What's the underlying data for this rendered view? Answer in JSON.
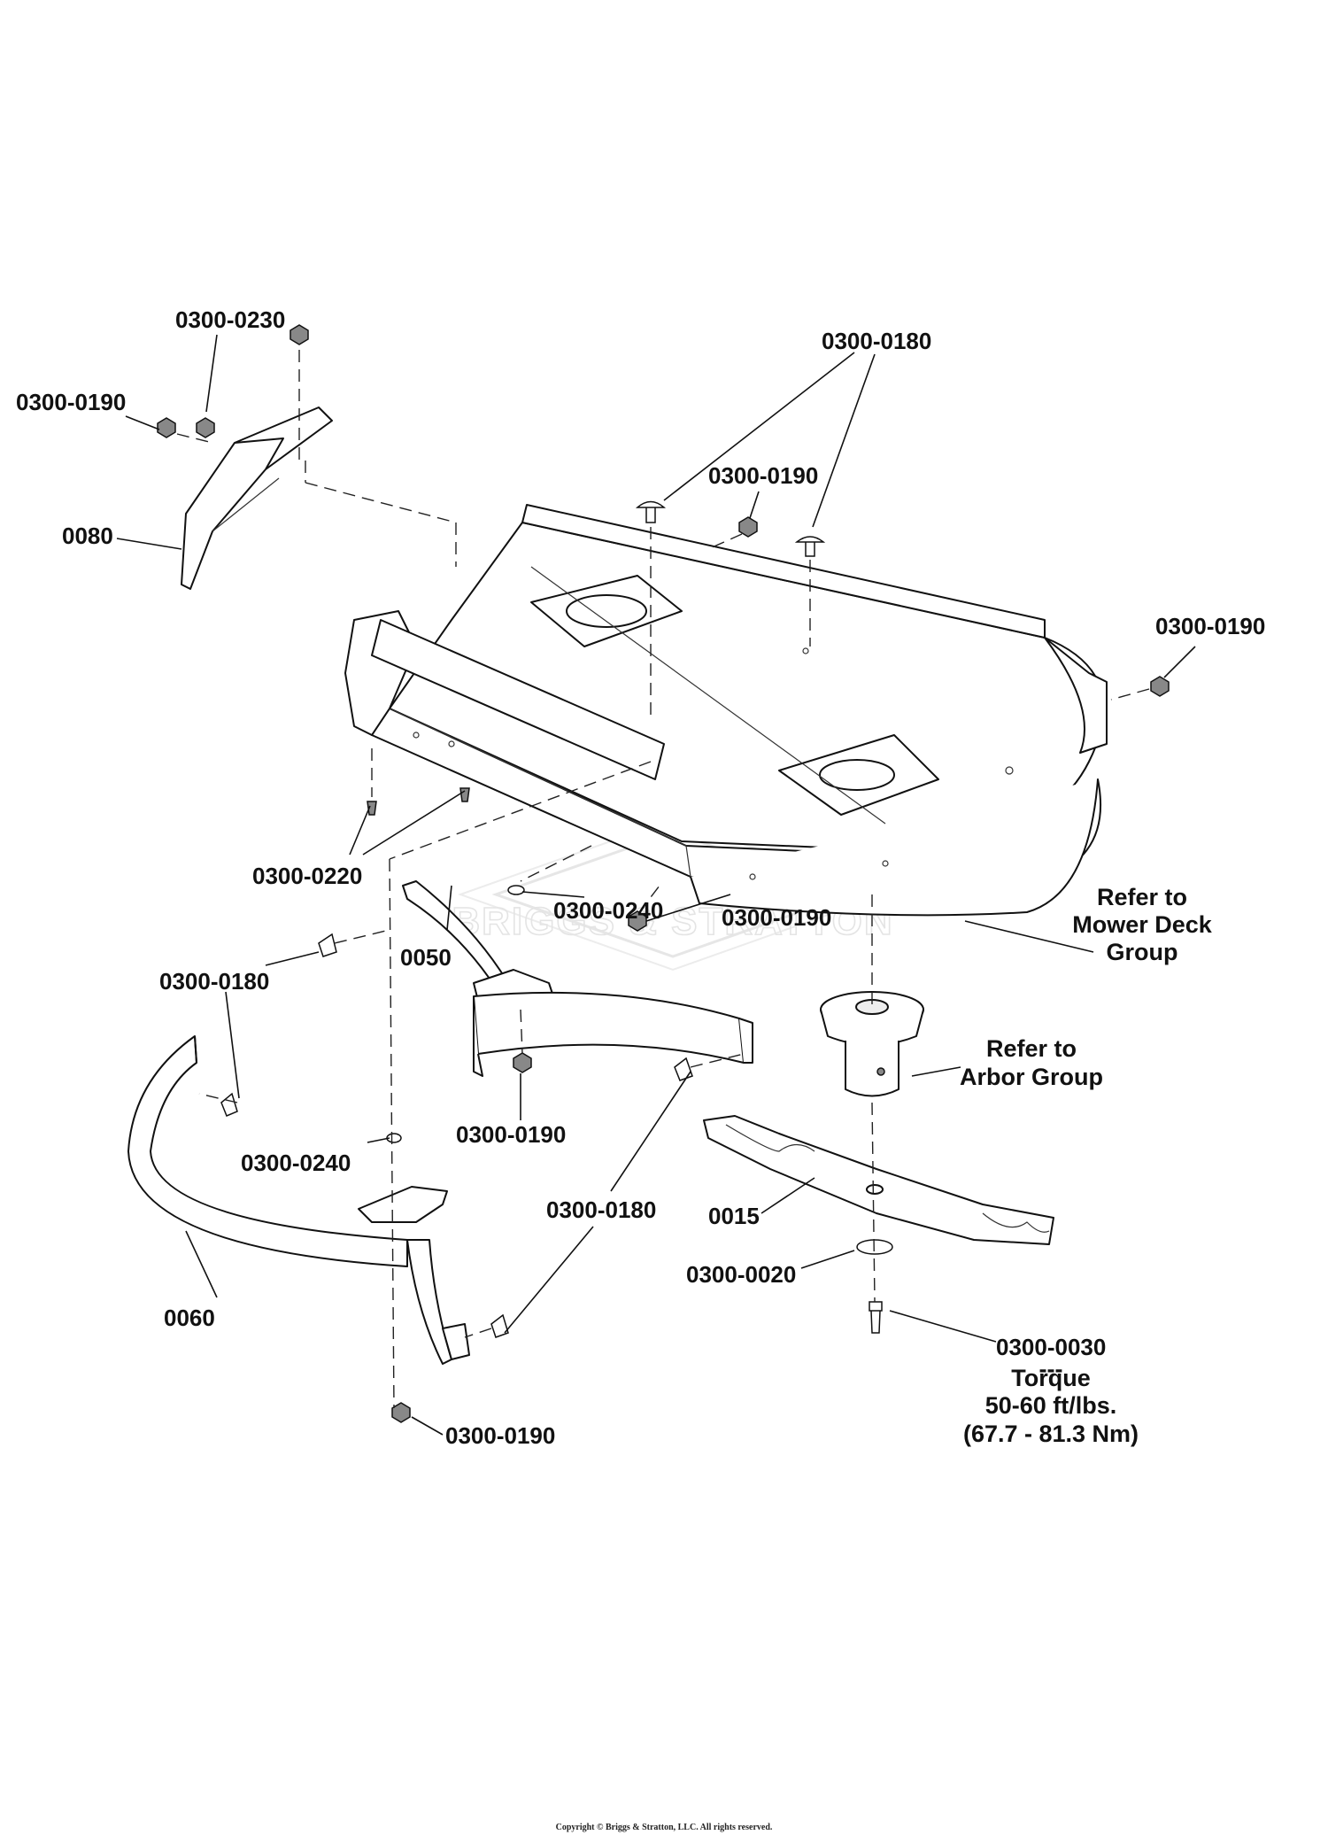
{
  "labels": {
    "p0300_0230": "0300-0230",
    "p0300_0190_a": "0300-0190",
    "p0080": "0080",
    "p0300_0180_a": "0300-0180",
    "p0300_0190_b": "0300-0190",
    "p0300_0190_c": "0300-0190",
    "p0300_0220": "0300-0220",
    "p0300_0240_a": "0300-0240",
    "p0300_0190_d": "0300-0190",
    "p0050": "0050",
    "p0300_0180_b": "0300-0180",
    "p0300_0190_e": "0300-0190",
    "p0300_0240_b": "0300-0240",
    "p0300_0180_c": "0300-0180",
    "p0015": "0015",
    "p0300_0020": "0300-0020",
    "p0060": "0060",
    "p0300_0030": "0300-0030",
    "p0300_0190_f": "0300-0190"
  },
  "callouts": {
    "mower_deck": [
      "Refer to",
      "Mower Deck",
      "Group"
    ],
    "arbor": [
      "Refer to",
      "Arbor Group"
    ],
    "torque": [
      "---",
      "Torque",
      "50-60 ft/lbs.",
      "(67.7 - 81.3 Nm)"
    ]
  },
  "watermark": "BRIGGS & STRATTON",
  "copyright": "Copyright © Briggs & Stratton, LLC. All rights reserved."
}
